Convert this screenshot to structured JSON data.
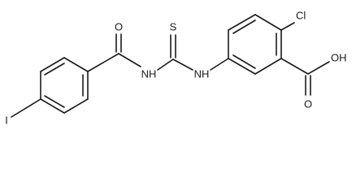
{
  "atoms": {
    "o_amide": "O",
    "nh_amide": "NH",
    "s_thio": "S",
    "nh_aryl": "NH",
    "cl": "Cl",
    "oh_acid": "OH",
    "o_acid": "O",
    "iodine": "I"
  }
}
